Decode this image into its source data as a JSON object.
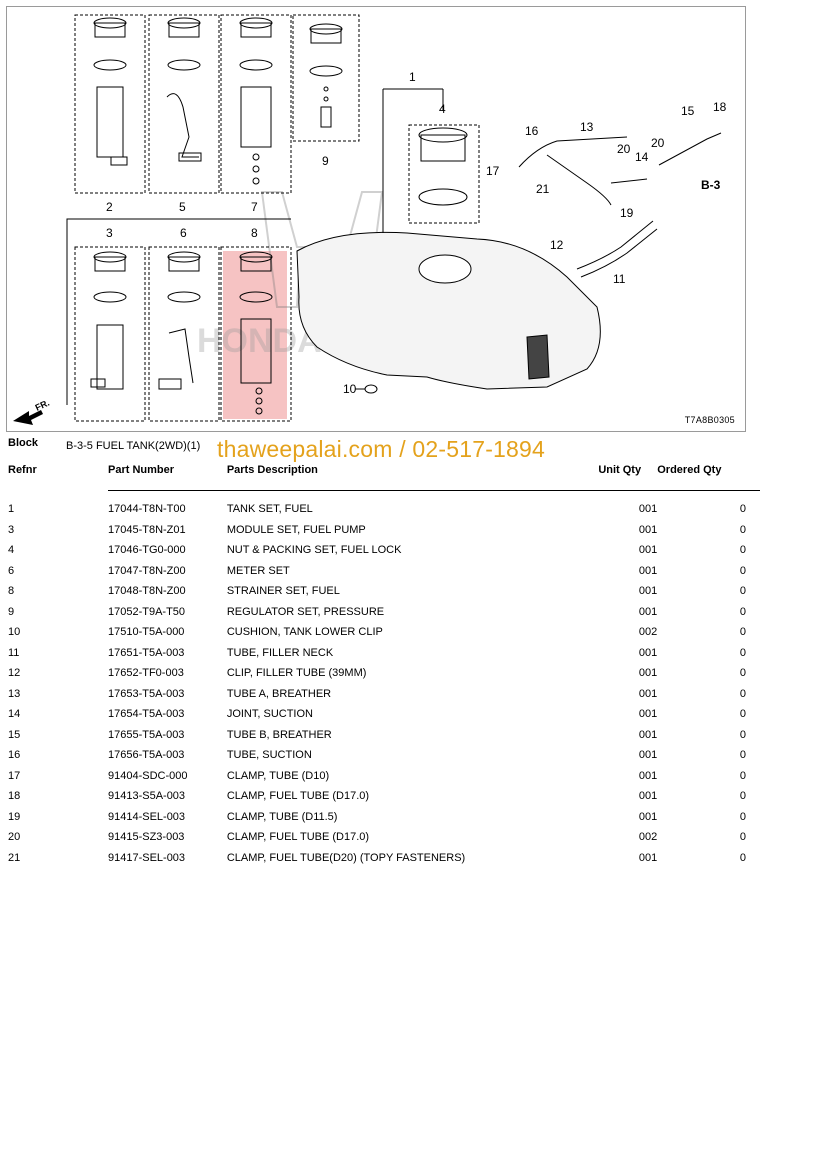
{
  "diagram": {
    "figure_code": "T7A8B0305",
    "direction_label": "FR.",
    "view_label": "B-3",
    "callouts": [
      "1",
      "2",
      "3",
      "4",
      "5",
      "6",
      "7",
      "8",
      "9",
      "10",
      "11",
      "12",
      "13",
      "14",
      "15",
      "16",
      "17",
      "18",
      "19",
      "20",
      "20",
      "21"
    ],
    "highlight_color": "#f5b8b8",
    "logo_text": "HONDA"
  },
  "block": {
    "label": "Block",
    "name": "B-3-5 FUEL TANK(2WD)(1)"
  },
  "watermark": {
    "text": "thaweepalai.com / 02-517-1894",
    "color": "#e4a21c"
  },
  "table": {
    "headers": {
      "refnr": "Refnr",
      "part_number": "Part Number",
      "description": "Parts Description",
      "unit_qty": "Unit Qty",
      "ordered_qty": "Ordered Qty"
    },
    "rows": [
      {
        "refnr": "1",
        "part_number": "17044-T8N-T00",
        "description": "TANK SET, FUEL",
        "unit_qty": "001",
        "ordered_qty": "0"
      },
      {
        "refnr": "3",
        "part_number": "17045-T8N-Z01",
        "description": "MODULE SET, FUEL PUMP",
        "unit_qty": "001",
        "ordered_qty": "0"
      },
      {
        "refnr": "4",
        "part_number": "17046-TG0-000",
        "description": "NUT & PACKING SET, FUEL LOCK",
        "unit_qty": "001",
        "ordered_qty": "0"
      },
      {
        "refnr": "6",
        "part_number": "17047-T8N-Z00",
        "description": "METER SET",
        "unit_qty": "001",
        "ordered_qty": "0"
      },
      {
        "refnr": "8",
        "part_number": "17048-T8N-Z00",
        "description": "STRAINER SET, FUEL",
        "unit_qty": "001",
        "ordered_qty": "0"
      },
      {
        "refnr": "9",
        "part_number": "17052-T9A-T50",
        "description": "REGULATOR SET, PRESSURE",
        "unit_qty": "001",
        "ordered_qty": "0"
      },
      {
        "refnr": "10",
        "part_number": "17510-T5A-000",
        "description": "CUSHION, TANK LOWER CLIP",
        "unit_qty": "002",
        "ordered_qty": "0"
      },
      {
        "refnr": "11",
        "part_number": "17651-T5A-003",
        "description": "TUBE, FILLER NECK",
        "unit_qty": "001",
        "ordered_qty": "0"
      },
      {
        "refnr": "12",
        "part_number": "17652-TF0-003",
        "description": "CLIP, FILLER TUBE (39MM)",
        "unit_qty": "001",
        "ordered_qty": "0"
      },
      {
        "refnr": "13",
        "part_number": "17653-T5A-003",
        "description": "TUBE A, BREATHER",
        "unit_qty": "001",
        "ordered_qty": "0"
      },
      {
        "refnr": "14",
        "part_number": "17654-T5A-003",
        "description": "JOINT, SUCTION",
        "unit_qty": "001",
        "ordered_qty": "0"
      },
      {
        "refnr": "15",
        "part_number": "17655-T5A-003",
        "description": "TUBE B, BREATHER",
        "unit_qty": "001",
        "ordered_qty": "0"
      },
      {
        "refnr": "16",
        "part_number": "17656-T5A-003",
        "description": "TUBE, SUCTION",
        "unit_qty": "001",
        "ordered_qty": "0"
      },
      {
        "refnr": "17",
        "part_number": "91404-SDC-000",
        "description": "CLAMP, TUBE (D10)",
        "unit_qty": "001",
        "ordered_qty": "0"
      },
      {
        "refnr": "18",
        "part_number": "91413-S5A-003",
        "description": "CLAMP, FUEL TUBE (D17.0)",
        "unit_qty": "001",
        "ordered_qty": "0"
      },
      {
        "refnr": "19",
        "part_number": "91414-SEL-003",
        "description": "CLAMP, TUBE (D11.5)",
        "unit_qty": "001",
        "ordered_qty": "0"
      },
      {
        "refnr": "20",
        "part_number": "91415-SZ3-003",
        "description": "CLAMP, FUEL TUBE (D17.0)",
        "unit_qty": "002",
        "ordered_qty": "0"
      },
      {
        "refnr": "21",
        "part_number": "91417-SEL-003",
        "description": "CLAMP, FUEL TUBE(D20) (TOPY FASTENERS)",
        "unit_qty": "001",
        "ordered_qty": "0"
      }
    ]
  }
}
